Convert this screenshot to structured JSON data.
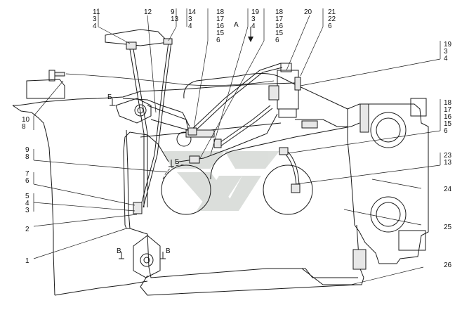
{
  "callouts": {
    "c11_3_4": [
      "11",
      "3",
      "4"
    ],
    "c12": [
      "12"
    ],
    "c9_13": [
      "9",
      "13"
    ],
    "c14_3_4": [
      "14",
      "3",
      "4"
    ],
    "c18_17_16_15_6_a": [
      "18",
      "17",
      "16",
      "15",
      "6"
    ],
    "cA": [
      "A"
    ],
    "c19_3_4_a": [
      "19",
      "3",
      "4"
    ],
    "c18_17_16_15_6_b": [
      "18",
      "17",
      "16",
      "15",
      "6"
    ],
    "c20": [
      "20"
    ],
    "c21_22_6": [
      "21",
      "22",
      "6"
    ],
    "c19_3_4_b": [
      "19",
      "3",
      "4"
    ],
    "c10_8": [
      "10",
      "8"
    ],
    "cB1": [
      "Б"
    ],
    "c18_17_16_15_6_c": [
      "18",
      "17",
      "16",
      "15",
      "6"
    ],
    "c9_8": [
      "9",
      "8"
    ],
    "c7_6": [
      "7",
      "6"
    ],
    "cB2": [
      "Б"
    ],
    "c23_13": [
      "23",
      "13"
    ],
    "c5_4_3": [
      "5",
      "4",
      "3"
    ],
    "c24": [
      "24"
    ],
    "c2": [
      "2"
    ],
    "c25": [
      "25"
    ],
    "c1": [
      "1"
    ],
    "cV1": [
      "В"
    ],
    "cV2": [
      "В"
    ],
    "c26": [
      "26"
    ]
  }
}
